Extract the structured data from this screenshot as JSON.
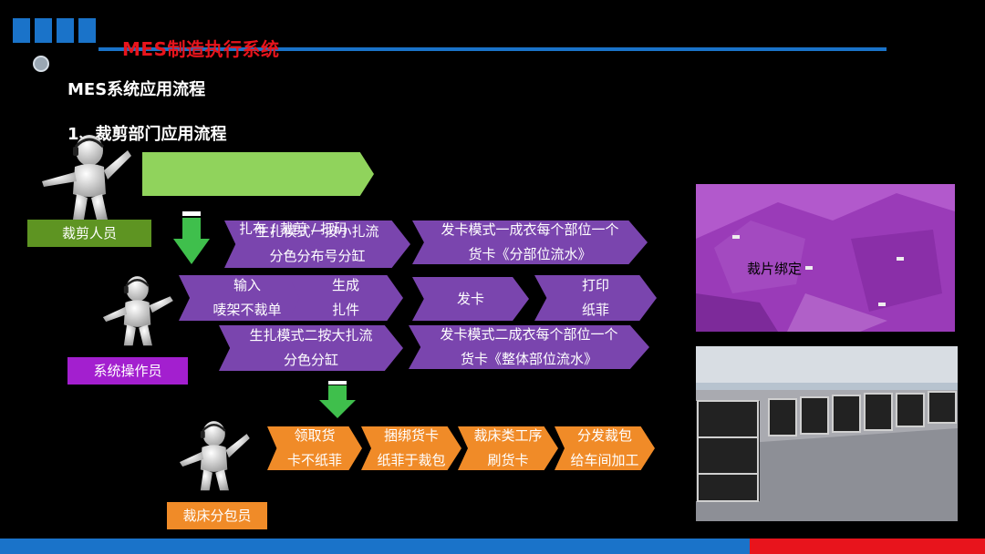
{
  "header": {
    "brand": "MES制造执行系统"
  },
  "titles": {
    "main": "MES系统应用流程",
    "section": "1、裁剪部门应用流程"
  },
  "roles": {
    "cutter": "裁剪人员",
    "operator": "系统操作员",
    "packer": "裁床分包员"
  },
  "flow": {
    "row1": [
      {
        "line1": "扎布 / 裁剪 / 打码",
        "line2": "生扎模式一按小扎流",
        "line3": "分色分布号分缸"
      },
      {
        "line1": "发卡模式一成衣每个部位一个",
        "line2": "货卡《分部位流水》"
      }
    ],
    "row2": [
      {
        "line1": "输入",
        "line2": "唛架不裁单"
      },
      {
        "line1": "生成",
        "line2": "扎件"
      },
      {
        "line1": "发卡"
      },
      {
        "line1": "打印",
        "line2": "纸菲"
      }
    ],
    "row3": [
      {
        "line1": "生扎模式二按大扎流",
        "line2": "分色分缸"
      },
      {
        "line1": "发卡模式二成衣每个部位一个",
        "line2": "货卡《整体部位流水》"
      }
    ],
    "row4": [
      {
        "line1": "领取货",
        "line2": "卡不纸菲"
      },
      {
        "line1": "捆绑货卡",
        "line2": "纸菲于裁包"
      },
      {
        "line1": "裁床类工序",
        "line2": "刷货卡"
      },
      {
        "line1": "分发裁包",
        "line2": "给车间加工"
      }
    ]
  },
  "photos": {
    "cloth_label": "裁片绑定"
  },
  "colors": {
    "accent_blue": "#1a73c9",
    "accent_red": "#e8141c",
    "purple": "#7a45ae",
    "orange": "#f08b28",
    "green": "#90d35c"
  },
  "icons": [
    "person-headset-icon",
    "down-arrow-icon"
  ]
}
